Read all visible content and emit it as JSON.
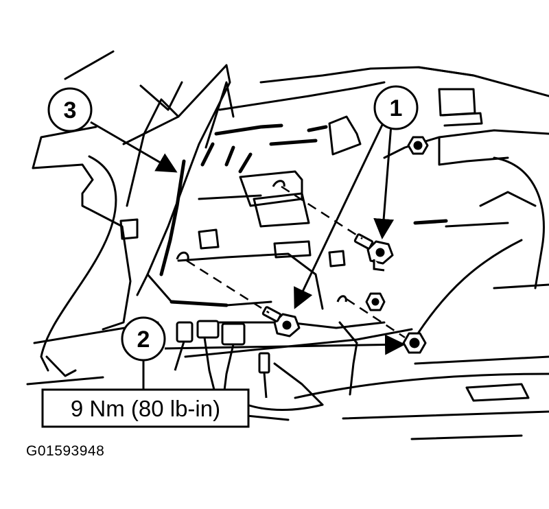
{
  "callouts": {
    "one": "1",
    "two": "2",
    "three": "3"
  },
  "torque_spec": "9 Nm (80 lb-in)",
  "figure_id": "G01593948",
  "colors": {
    "ink": "#000000",
    "paper": "#ffffff"
  }
}
